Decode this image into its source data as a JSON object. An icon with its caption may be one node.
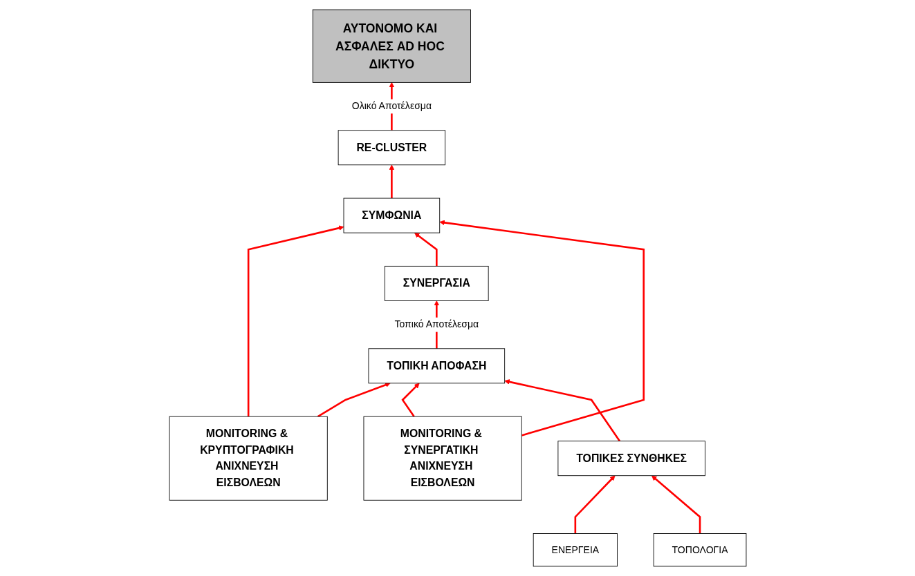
{
  "diagram": {
    "nodes": [
      {
        "text": [
          "ΑΥΤΟΝΟΜΟ ΚΑΙ ΑΣΦΑΛΕΣ AD HOC ΔΙΚΤΥΟ"
        ]
      },
      {
        "text": [
          "RE-CLUSTER"
        ]
      },
      {
        "text": [
          "ΣΥΜΦΩΝΙΑ"
        ]
      },
      {
        "text": [
          "MONITORING & ΚΡΥΠΤΟΓΡΑΦΙΚΗ ΑΝΙΧΝΕΥΣΗ ΕΙΣΒΟΛΕΩΝ"
        ]
      },
      {
        "text": [
          "ΣΥΝΕΡΓΑΣΙΑ"
        ]
      },
      {
        "text": [
          "MONITORING & ΣΥΝΕΡΓΑΤΙΚΗ ΑΝΙΧΝΕΥΣΗ ΕΙΣΒΟΛΕΩΝ"
        ]
      },
      {
        "text": [
          "ΤΟΠΙΚΗ ΑΠΟΦΑΣΗ"
        ]
      },
      {
        "text": [
          "ΕΝΕΡΓΕΙΑ"
        ]
      },
      {
        "text": [
          "ΤΟΠΙΚΕΣ ΣΥΝΘΗΚΕΣ"
        ]
      },
      {
        "text": [
          "ΤΟΠΟΛΟΓΙΑ"
        ]
      }
    ],
    "edges": [
      {
        "from": 1,
        "to": 0,
        "arrow": "to",
        "label": "Ολικό Αποτέλεσμα"
      },
      {
        "from": 2,
        "to": 1,
        "arrow": "to"
      },
      {
        "from": 3,
        "to": 2,
        "arrow": "to"
      },
      {
        "from": 4,
        "to": 2,
        "arrow": "to"
      },
      {
        "from": 5,
        "to": 2,
        "arrow": "to"
      },
      {
        "from": 6,
        "to": 4,
        "arrow": "to",
        "label": "Τοπικό Αποτέλεσμα"
      },
      {
        "from": 3,
        "to": 6,
        "arrow": "to"
      },
      {
        "from": 5,
        "to": 6,
        "arrow": "to"
      },
      {
        "from": 8,
        "to": 6,
        "arrow": "to"
      },
      {
        "from": 7,
        "to": 8,
        "arrow": "to"
      },
      {
        "from": 9,
        "to": 8,
        "arrow": "to"
      }
    ]
  }
}
